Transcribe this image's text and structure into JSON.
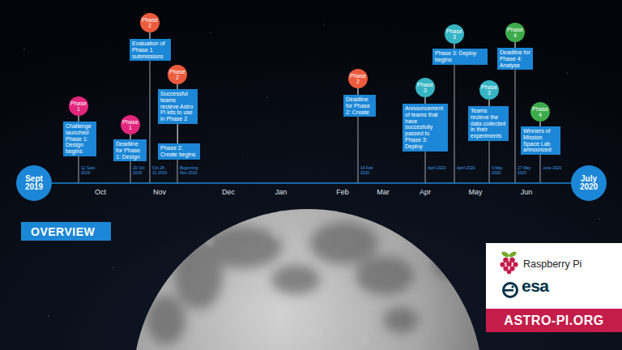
{
  "diagram": {
    "nodes": [
      {
        "text": [
          "Sept 2019"
        ]
      },
      {
        "text": [
          "Phase 1"
        ]
      },
      {
        "text": [
          "Challenge launched Phase 1: Design begins"
        ]
      },
      {
        "text": [
          "Phase 1"
        ]
      },
      {
        "text": [
          "Deadline for Phase 1: Design"
        ]
      },
      {
        "text": [
          "Phase 2"
        ]
      },
      {
        "text": [
          "Evaluation of Phase 1 submissions"
        ]
      },
      {
        "text": [
          "Phase 2"
        ]
      },
      {
        "text": [
          "Successful teams recieve Astro Pi kits to use in Phase 2"
        ]
      },
      {
        "text": [
          "Phase 2: Create begins"
        ]
      },
      {
        "text": [
          "Phase 2"
        ]
      },
      {
        "text": [
          "Deadline for Phase 2: Create"
        ]
      },
      {
        "text": [
          "Phase 3"
        ]
      },
      {
        "text": [
          "Announcement of teams that have succesfully passed to Phase 3: Deploy"
        ]
      },
      {
        "text": [
          "Phase 3"
        ]
      },
      {
        "text": [
          "Phase 3: Deploy begins"
        ]
      },
      {
        "text": [
          "Phase 3"
        ]
      },
      {
        "text": [
          "Teams recieve the data collected in their experiments"
        ]
      },
      {
        "text": [
          "Phase 4"
        ]
      },
      {
        "text": [
          "Deadline for Phase 4: Analyse"
        ]
      },
      {
        "text": [
          "Phase 4"
        ]
      },
      {
        "text": [
          "Winners of Mission Space Lab announced"
        ]
      },
      {
        "text": [
          "July 2020"
        ]
      },
      {
        "text": [
          "OVERVIEW"
        ]
      },
      {
        "text": [
          "Raspberry Pi",
          "esa"
        ]
      },
      {
        "text": [
          "ASTRO-PI.ORG"
        ],
        "in": 24
      }
    ],
    "edges": [
      {
        "from": 0,
        "to": 22,
        "arrow": "none"
      },
      {
        "from": 1,
        "to": 2,
        "arrow": "none"
      },
      {
        "from": 3,
        "to": 4,
        "arrow": "none"
      },
      {
        "from": 5,
        "to": 6,
        "arrow": "none"
      },
      {
        "from": 7,
        "to": 8,
        "arrow": "none"
      },
      {
        "from": 8,
        "to": 9,
        "arrow": "none"
      },
      {
        "from": 10,
        "to": 11,
        "arrow": "none"
      },
      {
        "from": 12,
        "to": 13,
        "arrow": "none"
      },
      {
        "from": 14,
        "to": 15,
        "arrow": "none"
      },
      {
        "from": 16,
        "to": 17,
        "arrow": "none"
      },
      {
        "from": 18,
        "to": 19,
        "arrow": "none"
      },
      {
        "from": 20,
        "to": 21,
        "arrow": "none"
      }
    ],
    "labels": [
      "Oct",
      "Nov",
      "Dec",
      "Jan",
      "Feb",
      "Mar",
      "Apr",
      "May",
      "Jun",
      "12 Sept 2019",
      "20 Oct 2019",
      "Oct 28 - 31 2019",
      "Beginning Nov 2019",
      "14 Feb 2020",
      "April 2020",
      "April 2020",
      "4 May 2020",
      "27 May 2020",
      "June 2020"
    ]
  }
}
